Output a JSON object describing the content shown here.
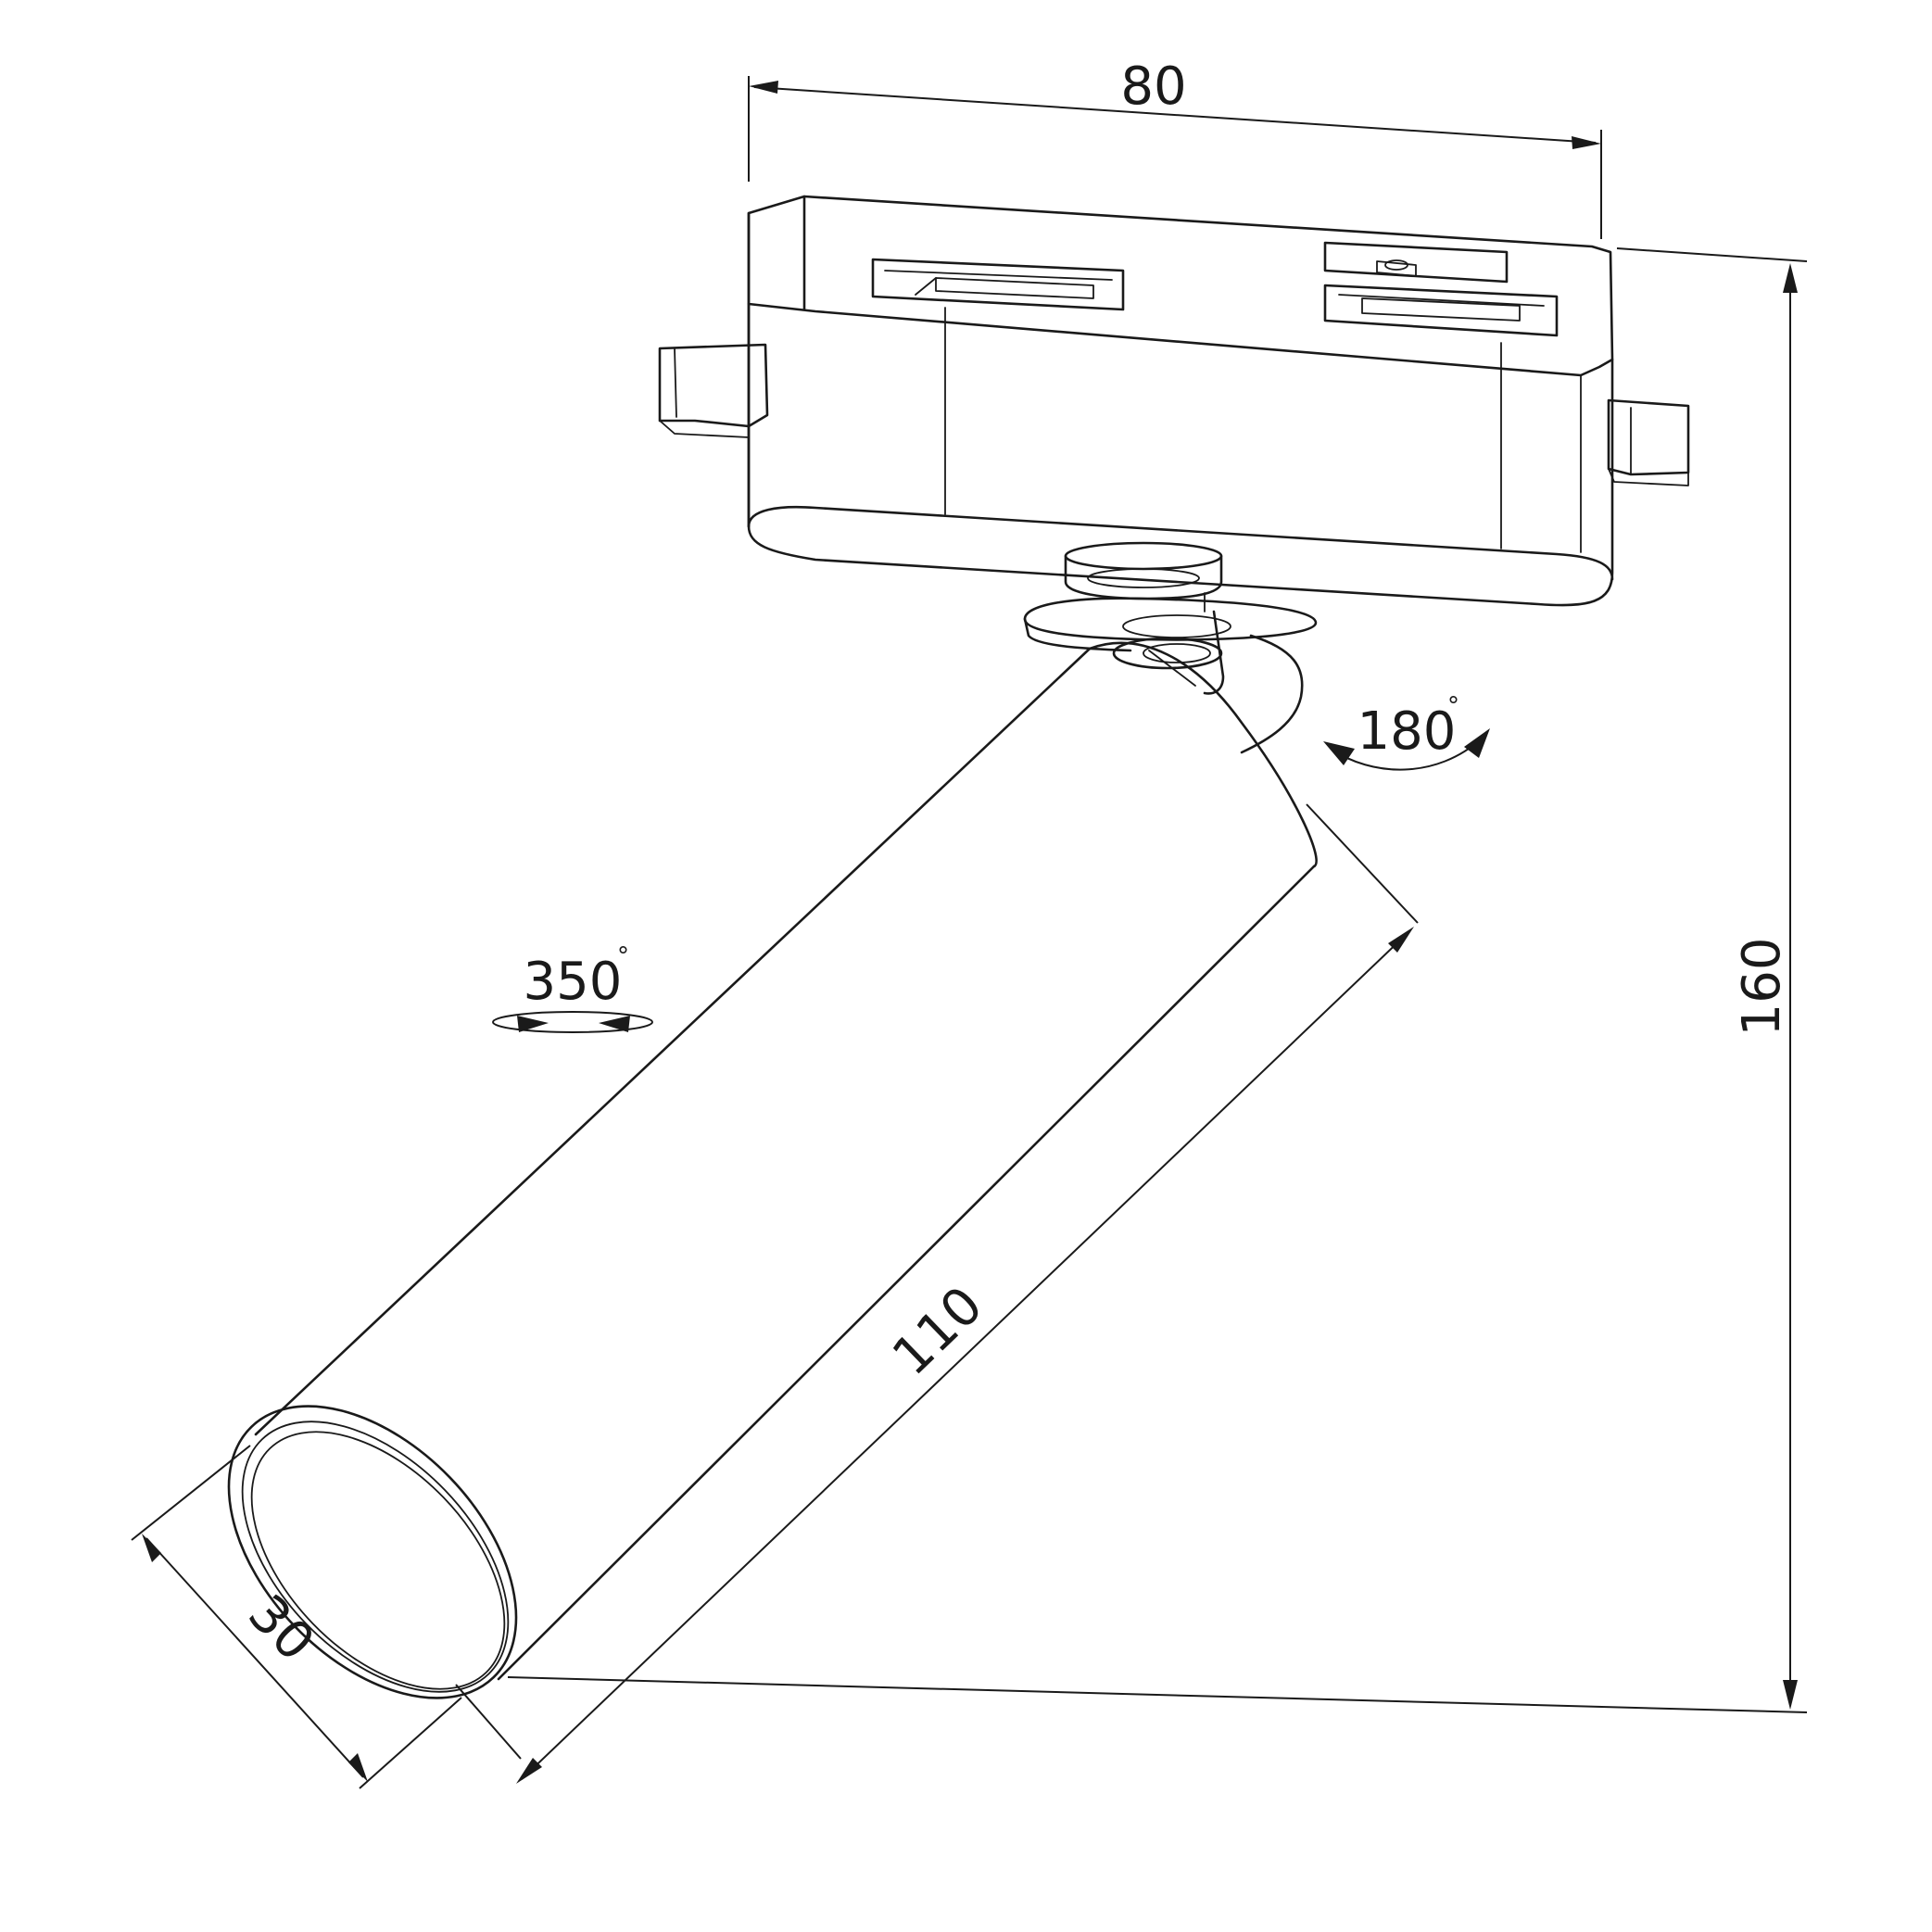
{
  "dimensions": {
    "width": "80",
    "height": "160",
    "length": "110",
    "diameter": "30"
  },
  "rotation": {
    "tilt": "180",
    "swivel": "350",
    "degree_symbol": "°"
  },
  "colors": {
    "line": "#1a1a1a",
    "background": "#ffffff"
  }
}
